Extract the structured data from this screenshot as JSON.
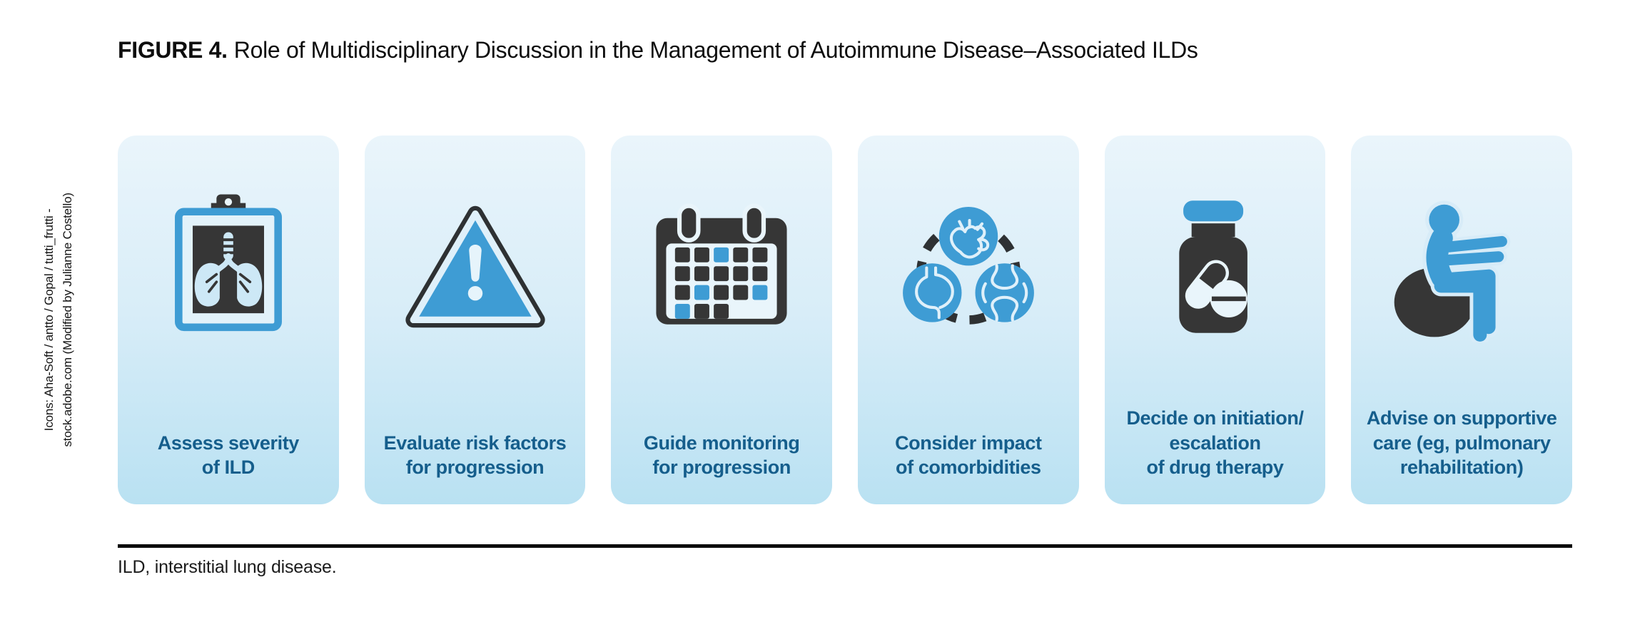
{
  "title": {
    "figure_label": "FIGURE 4.",
    "text": "Role of Multidisciplinary Discussion in the Management of Autoimmune Disease–Associated ILDs"
  },
  "credit": {
    "line1": "Icons: Aha-Soft / antto / Gopal / tutti_frutti -",
    "line2": "stock.adobe.com (Modified by Julianne Costello)"
  },
  "cards": [
    {
      "icon": "lung-xray-clipboard-icon",
      "label": "Assess severity\nof ILD"
    },
    {
      "icon": "warning-triangle-icon",
      "label": "Evaluate risk factors\nfor progression"
    },
    {
      "icon": "calendar-icon",
      "label": "Guide monitoring\nfor progression"
    },
    {
      "icon": "comorbidities-cycle-icon",
      "label": "Consider impact\nof comorbidities"
    },
    {
      "icon": "pill-bottle-icon",
      "label": "Decide on initiation/\nescalation\nof drug therapy"
    },
    {
      "icon": "rehab-exercise-ball-icon",
      "label": "Advise on supportive\ncare (eg, pulmonary\nrehabilitation)"
    }
  ],
  "footnote": {
    "text": "ILD, interstitial lung disease."
  },
  "colors": {
    "icon_blue": "#3E9CD4",
    "icon_dark": "#363636",
    "icon_light": "#E6F3FB",
    "label_blue": "#155E8C",
    "card_gradient_top": "#EAF5FB",
    "card_gradient_bottom": "#B9E1F2",
    "rule_black": "#0B0B0B"
  }
}
